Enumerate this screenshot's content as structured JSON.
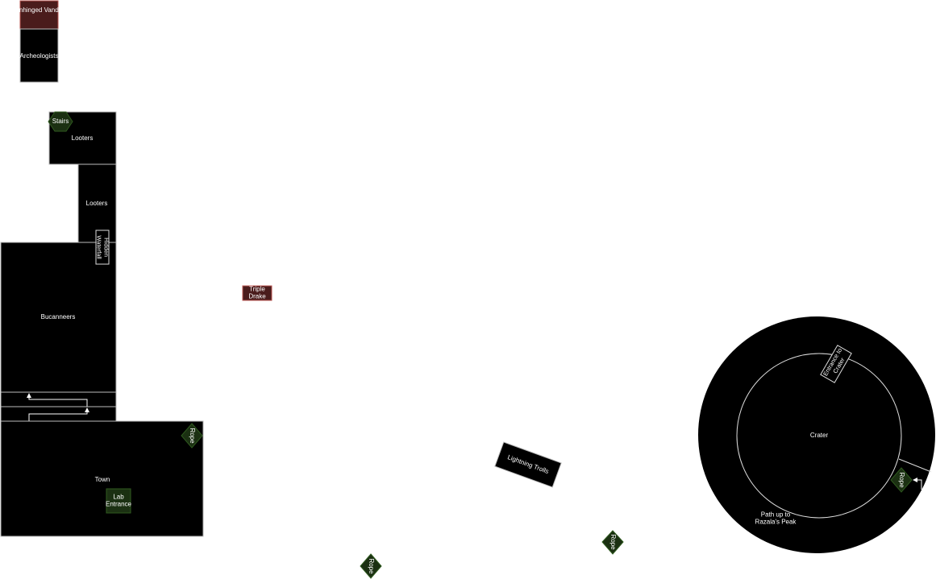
{
  "colors": {
    "room_fill": "#000000",
    "room_stroke": "#bbbbbb",
    "boss_fill": "#4a1c1c",
    "boss_stroke": "#b85450",
    "link_fill": "#1b3012",
    "link_stroke": "#2f5a1f",
    "line": "#ffffff"
  },
  "rooms": {
    "unhinged_vandal": "Unhinged Vandal",
    "archeologists": "Archeologists",
    "looters_upper": "Looters",
    "looters_lower": "Looters",
    "hidden_waterfall": "Hidden Waterfall",
    "bucanneers": "Bucanneers",
    "town": "Town",
    "lab_entrance": "Lab Entrance",
    "triple_drake": "Triple Drake",
    "lightning_trolls": "Lightning Trolls",
    "crater": "Crater",
    "entrance_to_crater": "Entrance to Crater",
    "path_up": "Path up to Razala's Peak"
  },
  "links": {
    "stairs": "Stairs",
    "rope_town": "Rope",
    "rope_center": "Rope",
    "rope_bottom": "Rope",
    "rope_crater": "Rope"
  }
}
